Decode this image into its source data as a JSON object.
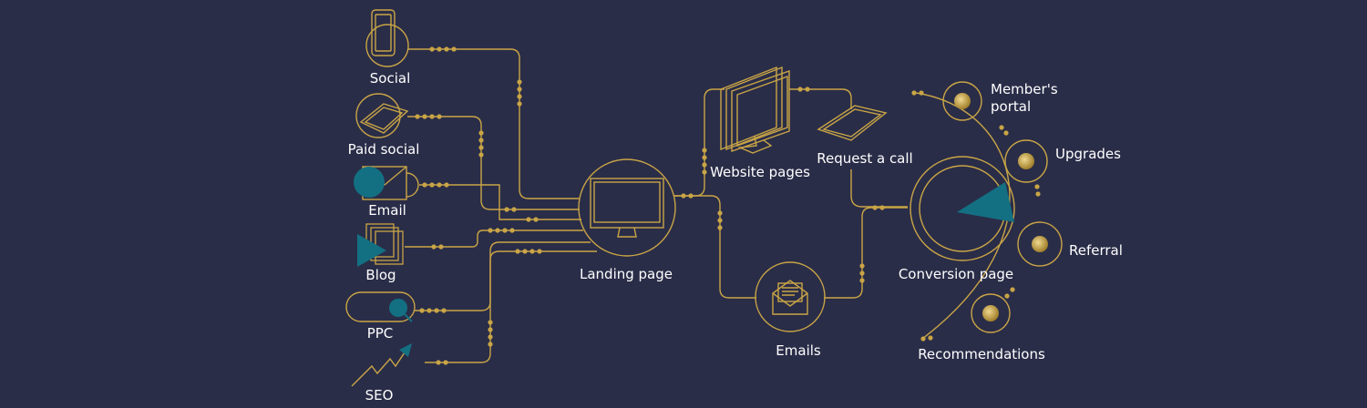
{
  "sources": {
    "social": "Social",
    "paid_social": "Paid social",
    "email": "Email",
    "blog": "Blog",
    "ppc": "PPC",
    "seo": "SEO"
  },
  "center": {
    "landing_page": "Landing page",
    "website_pages": "Website pages",
    "request_call": "Request a call",
    "emails": "Emails",
    "conversion_page": "Conversion page"
  },
  "retention": {
    "members_portal": "Member's portal",
    "upgrades": "Upgrades",
    "referral": "Referral",
    "recommendations": "Recommendations"
  },
  "colors": {
    "background": "#2a2d48",
    "line_gold": "#c9a546",
    "accent_teal": "#137082",
    "label_text": "#ffffff"
  }
}
